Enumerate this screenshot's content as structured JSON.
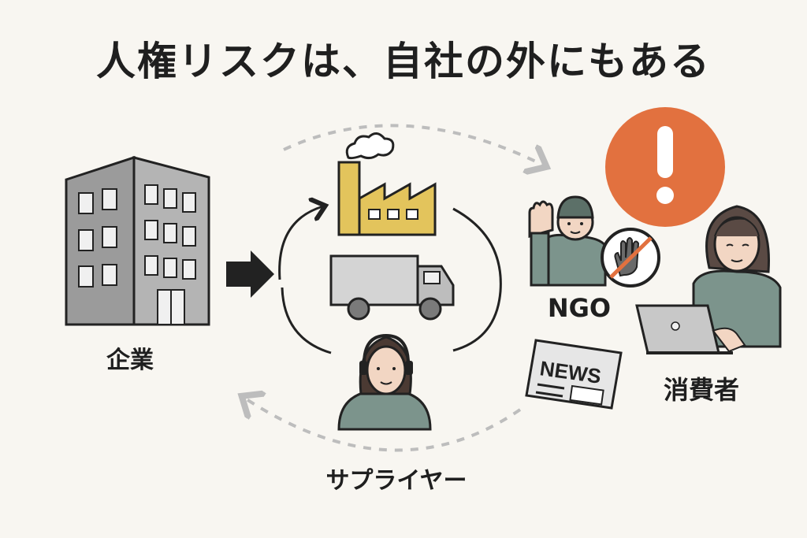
{
  "title": "人権リスクは、自社の外にもある",
  "labels": {
    "company": "企業",
    "supplier": "サプライヤー",
    "ngo": "NGO",
    "consumer": "消費者",
    "news": "NEWS"
  },
  "colors": {
    "background": "#f8f6f1",
    "alert": "#e2713f",
    "factory": "#e3c45c",
    "building": "#9b9b9b",
    "person": "#7c948c",
    "truck": "#cfcfcf"
  },
  "icons": [
    "office-building-icon",
    "arrow-right-icon",
    "factory-icon",
    "truck-icon",
    "headset-person-icon",
    "protester-icon",
    "no-hand-icon",
    "news-icon",
    "alert-icon",
    "consumer-laptop-icon"
  ]
}
